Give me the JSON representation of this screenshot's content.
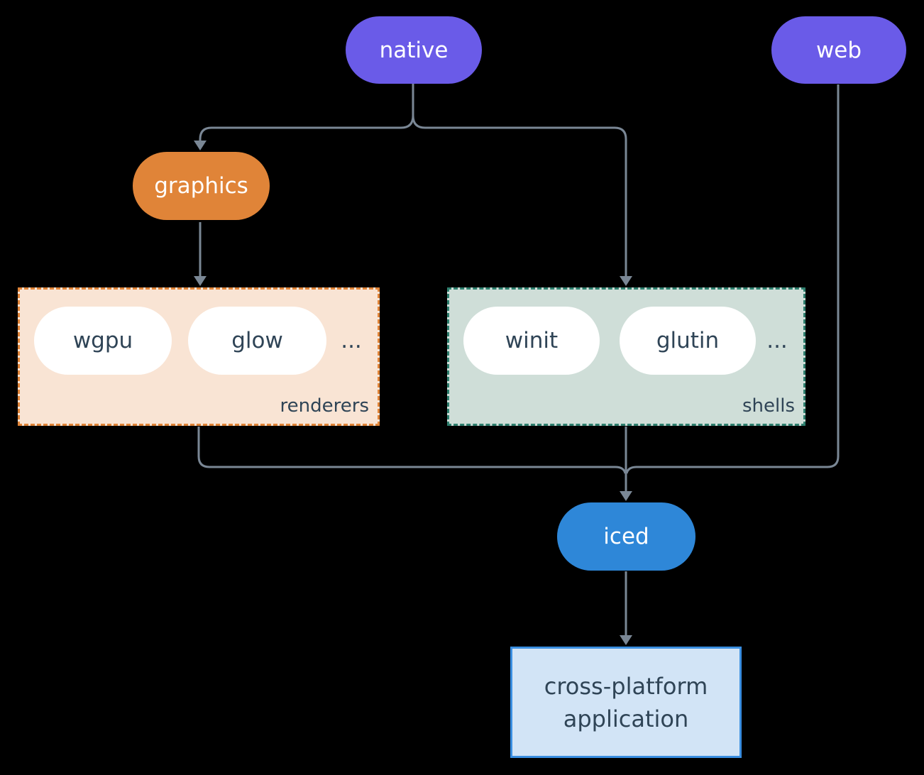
{
  "nodes": {
    "native": {
      "label": "native",
      "fill": "#6A5BE8",
      "text_color": "#FFFFFF"
    },
    "web": {
      "label": "web",
      "fill": "#6A5BE8",
      "text_color": "#FFFFFF"
    },
    "graphics": {
      "label": "graphics",
      "fill": "#E08438",
      "text_color": "#FFFFFF"
    },
    "iced": {
      "label": "iced",
      "fill": "#2E87D8",
      "text_color": "#FFFFFF"
    }
  },
  "groups": {
    "renderers": {
      "label": "renderers",
      "ellipsis": "...",
      "fill": "#F9E4D4",
      "border_color": "#E08438",
      "items": [
        {
          "label": "wgpu"
        },
        {
          "label": "glow"
        }
      ]
    },
    "shells": {
      "label": "shells",
      "ellipsis": "...",
      "fill": "#CFDED8",
      "border_color": "#2E7F6E",
      "items": [
        {
          "label": "winit"
        },
        {
          "label": "glutin"
        }
      ]
    }
  },
  "application": {
    "line1": "cross-platform",
    "line2": "application",
    "fill": "#D2E4F6",
    "border_color": "#3A8EE0"
  },
  "style": {
    "connector_color": "#7A8795",
    "item_text_color": "#2F4456",
    "background": "#000000"
  }
}
